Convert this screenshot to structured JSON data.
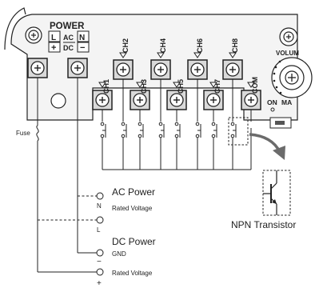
{
  "power": {
    "title": "POWER",
    "l_label": "L",
    "ac_dc_label_1": "AC",
    "ac_dc_label_2": "DC",
    "n_label": "N",
    "plus_label": "+",
    "minus_label": "−"
  },
  "channels": {
    "top": [
      "CH2",
      "CH4",
      "CH6",
      "CH8"
    ],
    "middle": [
      "CH1",
      "CH3",
      "CH5",
      "CH7",
      "COM"
    ]
  },
  "device": {
    "volume_label": "VOLUM",
    "on_label": "ON",
    "ma_label": "MA"
  },
  "wiring": {
    "fuse_label": "Fuse",
    "ac_power": {
      "title": "AC Power",
      "rated_voltage": "Rated Voltage",
      "n_label": "N",
      "l_label": "L"
    },
    "dc_power": {
      "title": "DC Power",
      "gnd_label": "GND",
      "minus_label": "−",
      "rated_voltage": "Rated Voltage",
      "plus_label": "+"
    },
    "transistor_label": "NPN Transistor"
  },
  "colors": {
    "line": "#222222",
    "housing": "#f4f4f4",
    "terminal_fill": "#d9d9d9",
    "arrow": "#6b6b6b"
  }
}
